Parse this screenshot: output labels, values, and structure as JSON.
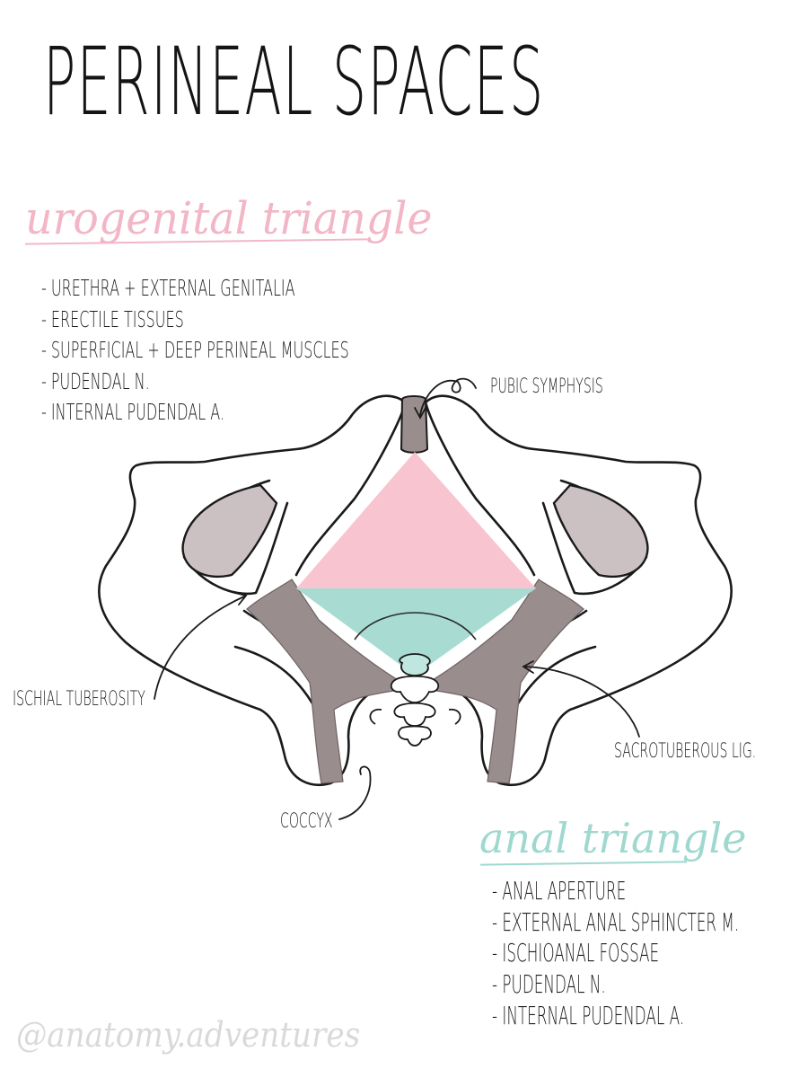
{
  "title": "PERINEAL SPACES",
  "urogenital": {
    "heading": "urogenital triangle",
    "items": [
      "- URETHRA + EXTERNAL GENITALIA",
      "- ERECTILE TISSUES",
      "- SUPERFICIAL + DEEP PERINEAL MUSCLES",
      "- PUDENDAL N.",
      "- INTERNAL PUDENDAL A."
    ]
  },
  "anal": {
    "heading": "anal triangle",
    "items": [
      "- ANAL APERTURE",
      "- EXTERNAL ANAL SPHINCTER M.",
      "- ISCHIOANAL FOSSAE",
      "- PUDENDAL N.",
      "- INTERNAL PUDENDAL A."
    ]
  },
  "labels": {
    "pubic_symphysis": "PUBIC SYMPHYSIS",
    "ischial_tuberosity": "ISCHIAL TUBEROSITY",
    "sacrotuberous_lig": "SACROTUBEROUS LIG.",
    "coccyx": "COCCYX"
  },
  "watermark": "@anatomy.adventures",
  "colors": {
    "urogenital": "#f8c4d0",
    "anal": "#a8dcd2",
    "bone_shading": "#cbc1c3",
    "ligament": "#9a8d8e",
    "outline": "#1a1a1a"
  }
}
